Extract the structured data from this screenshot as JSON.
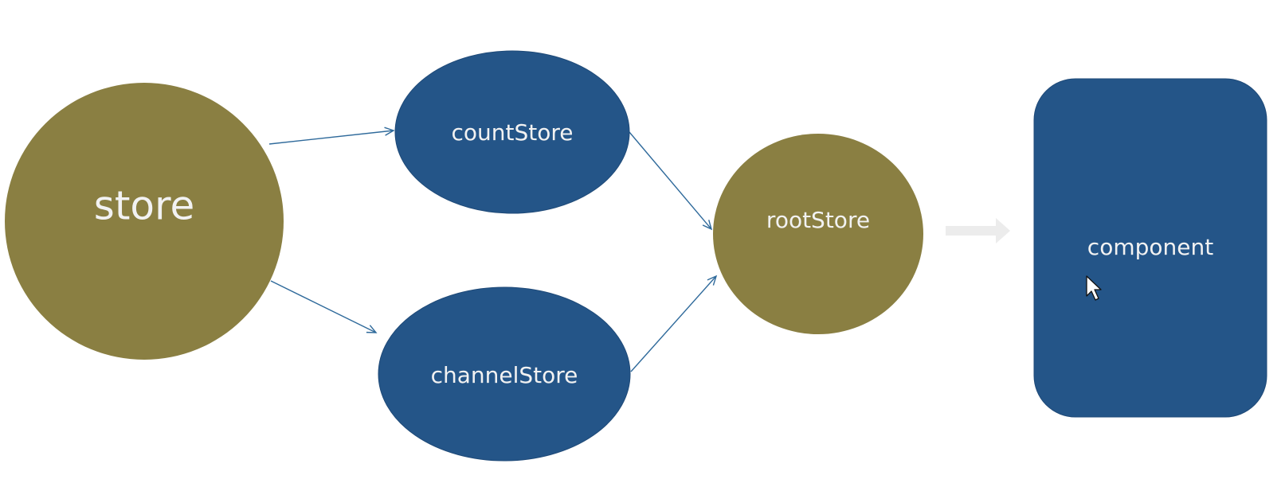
{
  "colors": {
    "olive": "#8a7f42",
    "blue": "#245588",
    "blue_stroke": "#1f4a78",
    "arrow_line": "#2f6a9b",
    "block_arrow": "#ececec",
    "cursor_fill": "#ffffff",
    "cursor_stroke": "#111111"
  },
  "nodes": {
    "store": {
      "label": "store"
    },
    "count_store": {
      "label": "countStore"
    },
    "channel_store": {
      "label": "channelStore"
    },
    "root_store": {
      "label": "rootStore"
    },
    "component": {
      "label": "component"
    }
  },
  "icons": {
    "cursor": "mouse-pointer-icon",
    "block_arrow": "right-block-arrow-icon"
  }
}
